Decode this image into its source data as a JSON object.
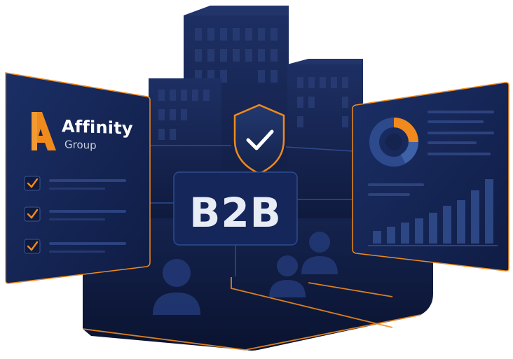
{
  "logo": {
    "name": "Affinity",
    "subtitle": "Group",
    "icon": "affinity-a-logo-icon",
    "accent": "#f08a1c"
  },
  "badge": {
    "label": "B2B",
    "icon": "shield-check-icon"
  },
  "checklist": {
    "icon": "checkbox-checked-icon",
    "checked_items": 3
  },
  "dashboard": {
    "donut_icon": "donut-chart-icon",
    "bars_icon": "bar-chart-icon"
  },
  "colors": {
    "navy": "#13214a",
    "navy_dark": "#0c1634",
    "panel": "#172a5c",
    "accent": "#f08a1c"
  }
}
